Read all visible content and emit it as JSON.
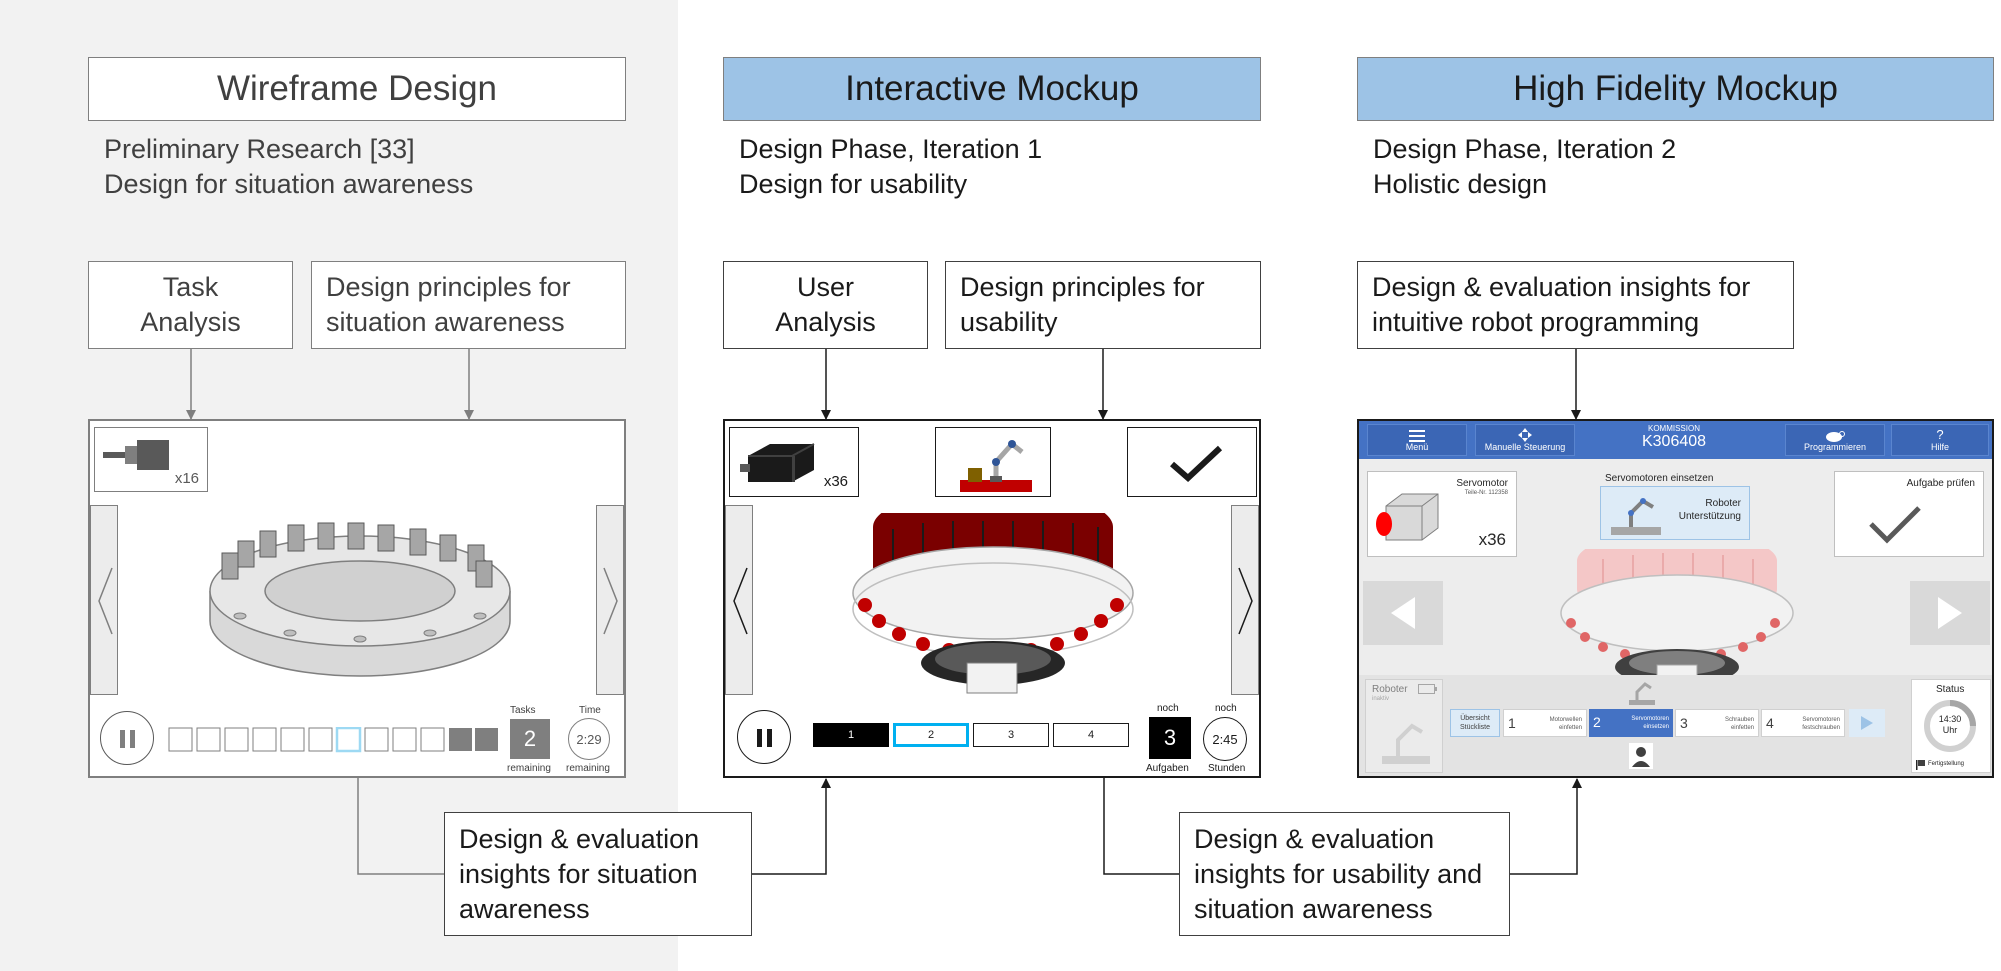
{
  "columns": [
    {
      "title": "Wireframe Design",
      "subtitle_lines": [
        "Preliminary Research [33]",
        "Design for situation awareness"
      ],
      "inputs": [
        {
          "lines": [
            "Task",
            "Analysis"
          ]
        },
        {
          "lines": [
            "Design principles for",
            "situation awareness"
          ]
        }
      ],
      "screen": {
        "part_count": "x16",
        "tasks_label": "Tasks",
        "tasks_value": "2",
        "tasks_sub": "remaining",
        "time_label": "Time",
        "time_value": "2:29",
        "time_sub": "remaining"
      }
    },
    {
      "title": "Interactive Mockup",
      "subtitle_lines": [
        "Design Phase, Iteration 1",
        "Design for usability"
      ],
      "inputs": [
        {
          "lines": [
            "User",
            "Analysis"
          ]
        },
        {
          "lines": [
            "Design principles for",
            "usability"
          ]
        }
      ],
      "screen": {
        "part_count": "x36",
        "steps": [
          "1",
          "2",
          "3",
          "4"
        ],
        "tasks_label": "noch",
        "tasks_value": "3",
        "tasks_sub": "Aufgaben",
        "time_label": "noch",
        "time_value": "2:45",
        "time_sub": "Stunden"
      }
    },
    {
      "title": "High Fidelity Mockup",
      "subtitle_lines": [
        "Design Phase, Iteration 2",
        "Holistic design"
      ],
      "inputs": [
        {
          "lines": [
            "Design & evaluation insights for",
            "intuitive robot programming"
          ]
        }
      ],
      "screen": {
        "menu": "Menü",
        "manual": "Manuelle Steuerung",
        "commission_label": "KOMMISSION",
        "commission_id": "K306408",
        "program": "Programmieren",
        "help": "Hilfe",
        "help_glyph": "?",
        "part_name": "Servomotor",
        "part_number": "Teile-Nr. 112358",
        "part_count": "x36",
        "task_title": "Servomotoren einsetzen",
        "robot_support_lines": [
          "Roboter",
          "Unterstützung"
        ],
        "check_label": "Aufgabe prüfen",
        "robot_label": "Roboter",
        "robot_state": "inaktiv",
        "overview_lines": [
          "Übersicht",
          "Stückliste"
        ],
        "steps": [
          {
            "num": "1",
            "lines": [
              "Motorwellen",
              "einfetten"
            ]
          },
          {
            "num": "2",
            "lines": [
              "Servomotoren",
              "einsetzen"
            ]
          },
          {
            "num": "3",
            "lines": [
              "Schrauben",
              "einfetten"
            ]
          },
          {
            "num": "4",
            "lines": [
              "Servomotoren",
              "festschrauben"
            ]
          }
        ],
        "status_label": "Status",
        "status_time_lines": [
          "14:30",
          "Uhr"
        ],
        "finish_label": "Fertigstellung"
      }
    }
  ],
  "feedback": [
    {
      "lines": [
        "Design & evaluation",
        "insights for situation",
        "awareness"
      ]
    },
    {
      "lines": [
        "Design & evaluation",
        "insights for usability and",
        "situation awareness"
      ]
    }
  ],
  "colors": {
    "title_blue": "#9dc3e6",
    "hf_header": "#4472c4",
    "active_step": "#00b0f0",
    "ring_red": "#c00000"
  }
}
